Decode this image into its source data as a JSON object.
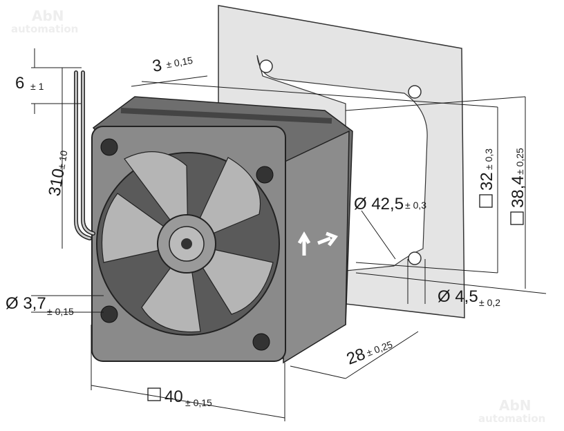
{
  "watermark": {
    "brand": "AbN",
    "sub": "automation"
  },
  "dimensions": {
    "lead_stripped": {
      "value": "6",
      "tol": "± 1"
    },
    "lead_length": {
      "value": "310",
      "tol": "± 10"
    },
    "gasket_thickness": {
      "value": "3",
      "tol": "± 0,15"
    },
    "bore_diameter": {
      "value": "Ø 42,5",
      "tol": "± 0,3"
    },
    "hole_pitch": {
      "value": "32",
      "tol": "± 0,3"
    },
    "gasket_size": {
      "value": "38,4",
      "tol": "± 0,25"
    },
    "gasket_hole": {
      "value": "Ø 4,5",
      "tol": "± 0,2"
    },
    "mount_hole": {
      "value": "Ø 3,7",
      "tol": "± 0,15"
    },
    "depth": {
      "value": "28",
      "tol": "± 0,25"
    },
    "frame_size": {
      "value": "40",
      "tol": "± 0,15"
    }
  },
  "colors": {
    "body": "#8a8a8a",
    "dark": "#4a4a4a",
    "gasket": "#e4e4e4",
    "line": "#1a1a1a"
  }
}
